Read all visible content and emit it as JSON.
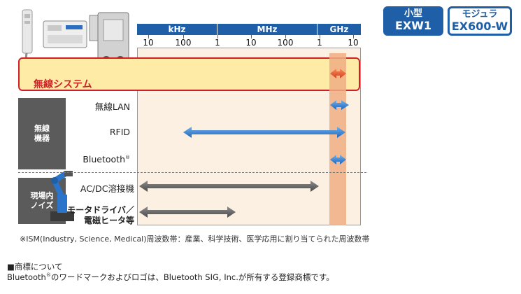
{
  "badges": {
    "small": {
      "top": "小型",
      "bottom": "EXW1"
    },
    "module": {
      "top": "モジュラ",
      "bottom": "EX600-W"
    }
  },
  "axis": {
    "bands": [
      "kHz",
      "MHz",
      "GHz"
    ],
    "ticks": [
      "10",
      "100",
      "1",
      "10",
      "100",
      "1",
      "10"
    ]
  },
  "wireless_system": {
    "label": "無線システム"
  },
  "categories": {
    "wireless_devices": "無線\n機器",
    "onsite_noise": "現場内\nノイズ"
  },
  "rows": {
    "wlan": "無線LAN",
    "rfid": "RFID",
    "bluetooth": "Bluetooth",
    "bluetooth_mark": "®",
    "welder": "AC/DC溶接機",
    "motor_line1": "モータドライバ／",
    "motor_line2": "電磁ヒータ等"
  },
  "footnote": "※ISM(Industry, Science, Medical)周波数帯：産業、科学技術、医学応用に割り当てられた周波数帯",
  "trademark": {
    "heading": "■商標について",
    "body_pre": "Bluetooth",
    "body_mark": "®",
    "body_post": "のワードマークおよびロゴは、Bluetooth SIG, Inc.が所有する登録商標です。"
  },
  "colors": {
    "brand_blue": "#1f5fa8",
    "system_red": "#d01f26",
    "ism_band": "#eeae82",
    "noise_gray": "#666666",
    "arrow_blue": "#2f7fd0"
  },
  "icons": [
    "product-photo",
    "robot-arm-photo",
    "double-arrow"
  ]
}
